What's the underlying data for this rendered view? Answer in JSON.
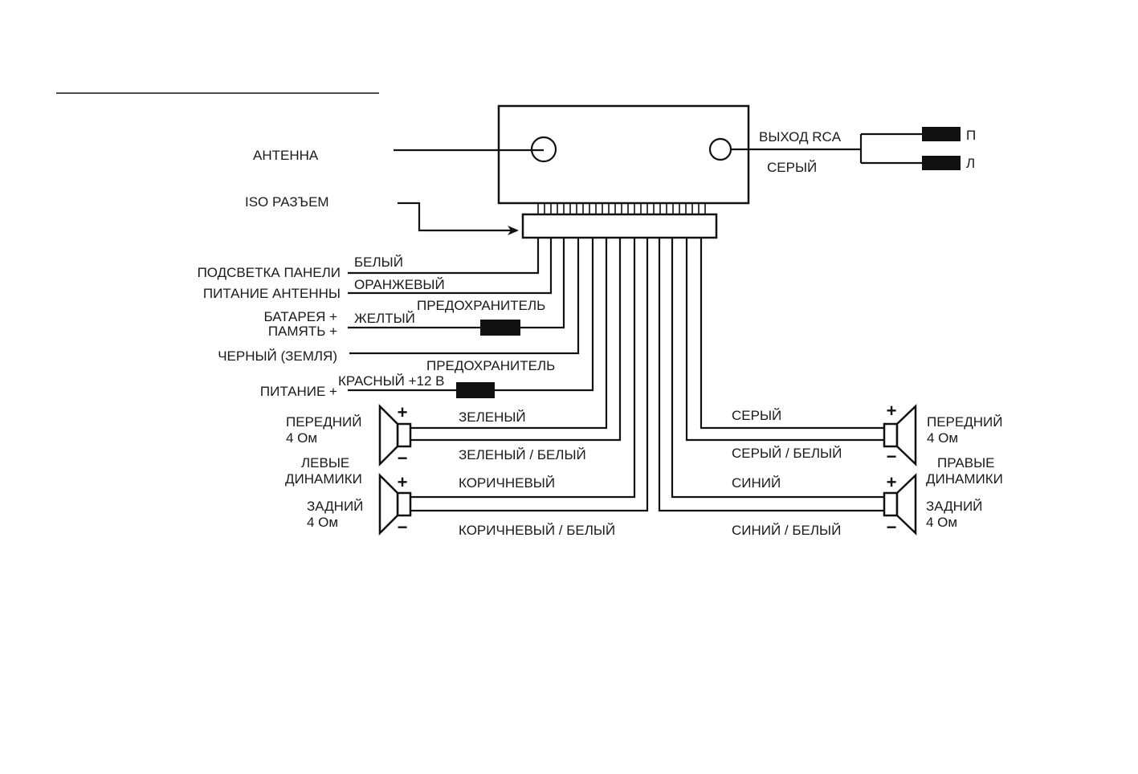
{
  "colors": {
    "ink": "#111111",
    "background": "#ffffff"
  },
  "head_unit": {
    "antenna": "АНТЕННА",
    "iso": "ISO РАЗЪЕМ",
    "rca_out": "ВЫХОД RCA",
    "rca_color": "СЕРЫЙ",
    "rca_right": "П",
    "rca_left": "Л"
  },
  "wires": {
    "panel_light": "ПОДСВЕТКА ПАНЕЛИ",
    "white": "БЕЛЫЙ",
    "antenna_power": "ПИТАНИЕ АНТЕННЫ",
    "orange": "ОРАНЖЕВЫЙ",
    "fuse": "ПРЕДОХРАНИТЕЛЬ",
    "battery": "БАТАРЕЯ +",
    "memory": "ПАМЯТЬ +",
    "yellow": "ЖЕЛТЫЙ",
    "ground": "ЧЕРНЫЙ (ЗЕМЛЯ)",
    "fuse2": "ПРЕДОХРАНИТЕЛЬ",
    "power": "ПИТАНИЕ +",
    "red": "КРАСНЫЙ +12 В"
  },
  "speakers": {
    "left": {
      "front": "ПЕРЕДНИЙ",
      "front_ohm": "4 Ом",
      "group1": "ЛЕВЫЕ",
      "group2": "ДИНАМИКИ",
      "rear": "ЗАДНИЙ",
      "rear_ohm": "4 Ом",
      "green": "ЗЕЛЕНЫЙ",
      "green_white": "ЗЕЛЕНЫЙ / БЕЛЫЙ",
      "brown": "КОРИЧНЕВЫЙ",
      "brown_white": "КОРИЧНЕВЫЙ / БЕЛЫЙ"
    },
    "right": {
      "front": "ПЕРЕДНИЙ",
      "front_ohm": "4 Ом",
      "group1": "ПРАВЫЕ",
      "group2": "ДИНАМИКИ",
      "rear": "ЗАДНИЙ",
      "rear_ohm": "4 Ом",
      "gray": "СЕРЫЙ",
      "gray_white": "СЕРЫЙ / БЕЛЫЙ",
      "blue": "СИНИЙ",
      "blue_white": "СИНИЙ / БЕЛЫЙ"
    },
    "plus": "+",
    "minus": "−"
  }
}
